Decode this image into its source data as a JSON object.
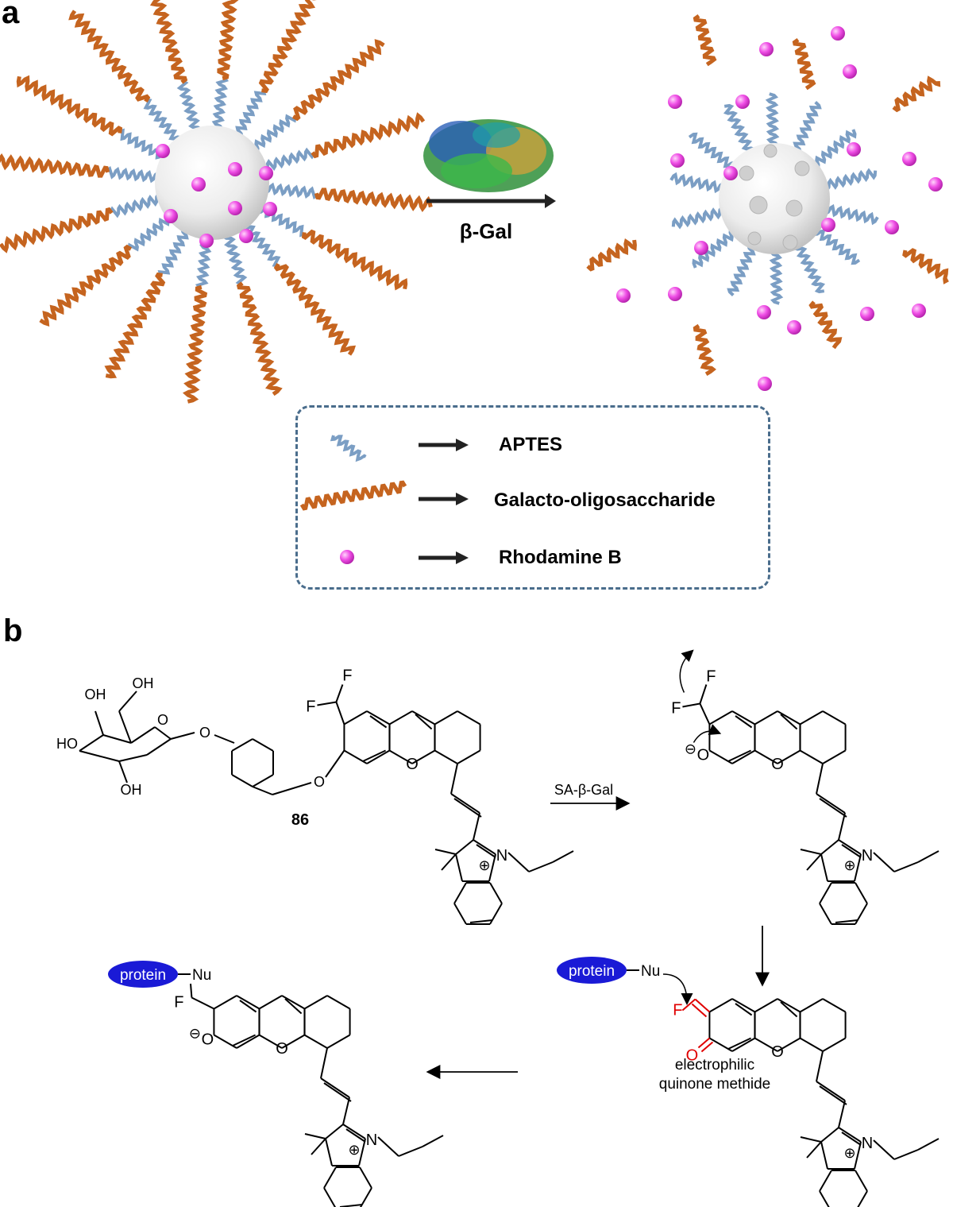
{
  "panel_a": {
    "label": "a",
    "arrow_label": "β-Gal",
    "legend": [
      {
        "key": "aptes",
        "text": "APTES"
      },
      {
        "key": "galacto",
        "text": "Galacto-oligosaccharide"
      },
      {
        "key": "rhodamine",
        "text": "Rhodamine B"
      }
    ]
  },
  "panel_b": {
    "label": "b",
    "compound_number": "86",
    "step1_label": "SA-β-Gal",
    "quinone_line1": "electrophilic",
    "quinone_line2": "quinone methide",
    "protein_label": "protein",
    "nucleophile": "Nu",
    "atoms": {
      "F": "F",
      "O": "O",
      "N": "N",
      "OH": "OH",
      "HO": "HO",
      "plus": "⊕",
      "minus": "⊖"
    }
  },
  "colors": {
    "aptes": "#7b9ec4",
    "galacto": "#c5641f",
    "rhodamine": "#e44ddc",
    "legend_border": "#4a6d8c",
    "protein": "#1a1ad6",
    "quinone_red": "#e00000"
  }
}
